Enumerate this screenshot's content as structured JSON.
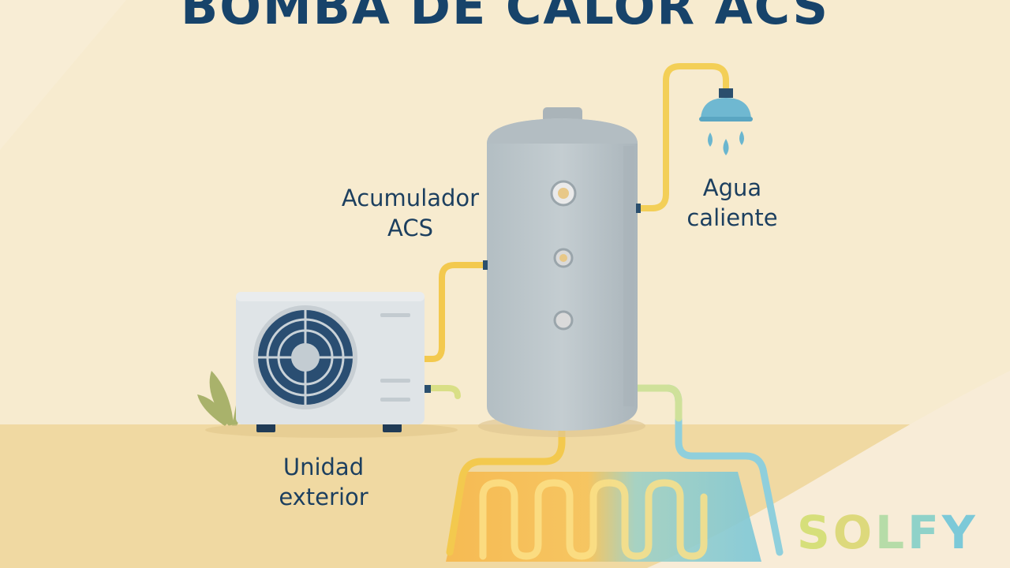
{
  "title": "BOMBA DE CALOR ACS",
  "labels": {
    "tank": [
      "Acumulador",
      "ACS"
    ],
    "hot_water": [
      "Agua",
      "caliente"
    ],
    "outdoor_unit": [
      "Unidad",
      "exterior"
    ]
  },
  "brand": {
    "text": "SOLFY",
    "letters": [
      "S",
      "O",
      "L",
      "F",
      "Y"
    ],
    "colors": [
      "#d6df7a",
      "#ddd97c",
      "#b6dca8",
      "#8fd2c9",
      "#7cc9d8"
    ]
  },
  "colors": {
    "title": "#17436a",
    "label": "#1c3f5f",
    "background": "#f7ebcf",
    "ground": "#f0d9a2",
    "tank": "#bcc6ca",
    "pipe_hot": "#f3c94e",
    "pipe_cold": "#8fcfdc",
    "fan": "#2a4e72"
  },
  "icons": [
    "heat-pump-unit-icon",
    "fan-icon",
    "water-tank-icon",
    "shower-head-icon",
    "water-drop-icon",
    "plant-icon",
    "underfloor-heating-coil-icon"
  ]
}
